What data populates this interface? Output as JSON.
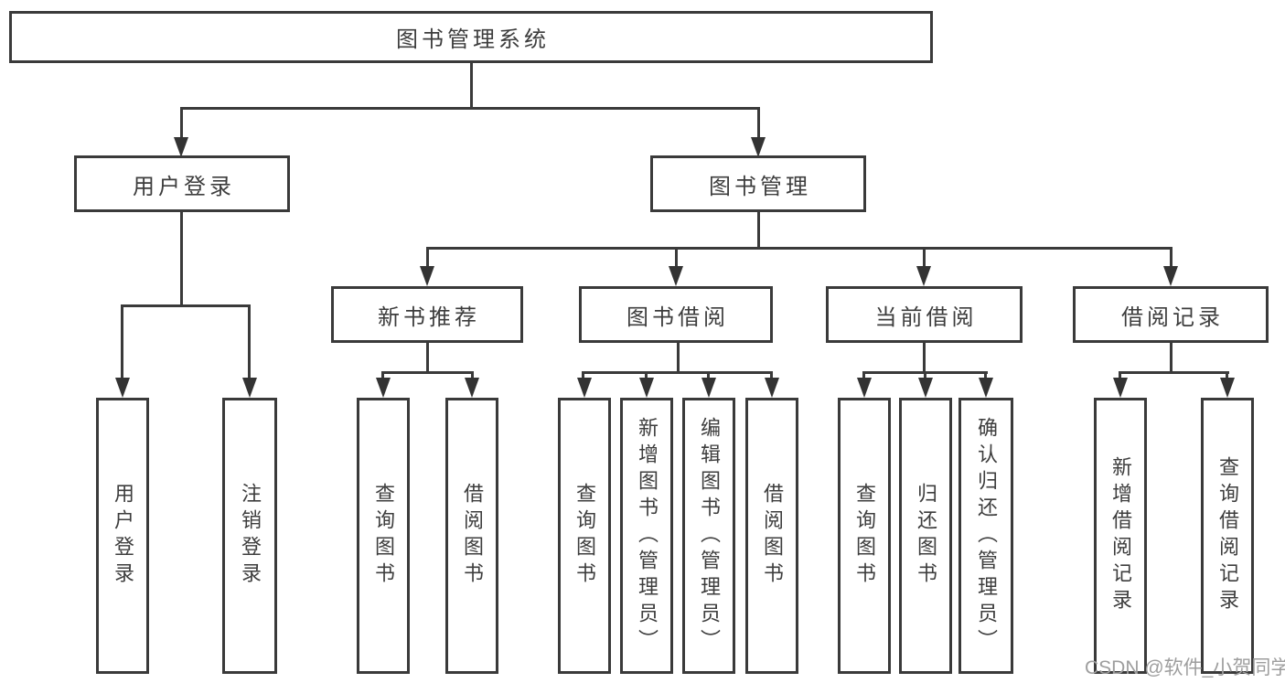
{
  "diagram_type": "tree-hierarchy",
  "colors": {
    "line": "#3a3a3a",
    "box_border": "#3a3a3a",
    "text": "#3d3d3d",
    "background": "#ffffff",
    "watermark": "#9e9e9e"
  },
  "nodes": {
    "root": "图书管理系统",
    "user_login": "用户登录",
    "book_mgmt": "图书管理",
    "new_rec": "新书推荐",
    "borrow": "图书借阅",
    "current": "当前借阅",
    "records": "借阅记录",
    "leaf_user_login": "用户登录",
    "leaf_logout": "注销登录",
    "rec_query": "查询图书",
    "rec_borrow": "借阅图书",
    "bor_query": "查询图书",
    "bor_add": "新增图书（管理员）",
    "bor_edit": "编辑图书（管理员）",
    "bor_borrow": "借阅图书",
    "cur_query": "查询图书",
    "cur_return": "归还图书",
    "cur_confirm": "确认归还（管理员）",
    "hist_add": "新增借阅记录",
    "hist_query": "查询借阅记录"
  },
  "hierarchy": {
    "图书管理系统": {
      "用户登录": [
        "用户登录",
        "注销登录"
      ],
      "图书管理": {
        "新书推荐": [
          "查询图书",
          "借阅图书"
        ],
        "图书借阅": [
          "查询图书",
          "新增图书（管理员）",
          "编辑图书（管理员）",
          "借阅图书"
        ],
        "当前借阅": [
          "查询图书",
          "归还图书",
          "确认归还（管理员）"
        ],
        "借阅记录": [
          "新增借阅记录",
          "查询借阅记录"
        ]
      }
    }
  },
  "watermark": "CSDN @软件_小贺同学"
}
